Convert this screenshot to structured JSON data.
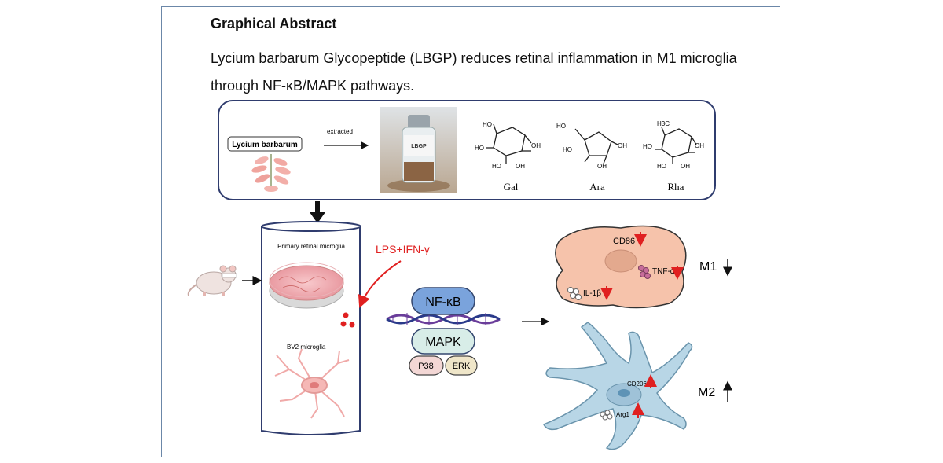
{
  "header": {
    "heading": "Graphical Abstract",
    "subtitle": "Lycium barbarum Glycopeptide (LBGP) reduces retinal inflammation in M1 microglia through NF-κB/MAPK pathways."
  },
  "top_panel": {
    "source_label": "Lycium barbarum",
    "arrow_label": "extracted",
    "vial_label": "LBGP",
    "sugars": [
      {
        "name": "Gal",
        "groups": [
          "HO",
          "HO",
          "OH",
          "HO",
          "OH"
        ]
      },
      {
        "name": "Ara",
        "groups": [
          "HO",
          "HO",
          "OH",
          "OH"
        ]
      },
      {
        "name": "Rha",
        "groups": [
          "H3C",
          "HO",
          "OH",
          "HO",
          "OH"
        ]
      }
    ]
  },
  "cells_panel": {
    "primary_label": "Primary retinal microglia",
    "bv2_label": "BV2 microglia",
    "stimulus_label": "LPS+IFN-γ"
  },
  "pathway": {
    "nfkb_label": "NF-κB",
    "mapk_label": "MAPK",
    "p38_label": "P38",
    "erk_label": "ERK"
  },
  "m1": {
    "state_label": "M1",
    "markers": [
      "CD86",
      "TNF-α",
      "IL-1β"
    ]
  },
  "m2": {
    "state_label": "M2",
    "markers": [
      "CD206",
      "Arg1"
    ]
  },
  "colors": {
    "frame": "#6b87a8",
    "panel_border": "#2f3c6e",
    "stimulus_red": "#e02020",
    "nfkb_fill": "#7aa3dc",
    "mapk_fill": "#d8ede8",
    "p38_fill": "#f3d7d5",
    "erk_fill": "#efe6c9",
    "m1_cell": "#f6c3ab",
    "m2_cell": "#b8d6e6",
    "dna_purple": "#6a3d9a"
  }
}
